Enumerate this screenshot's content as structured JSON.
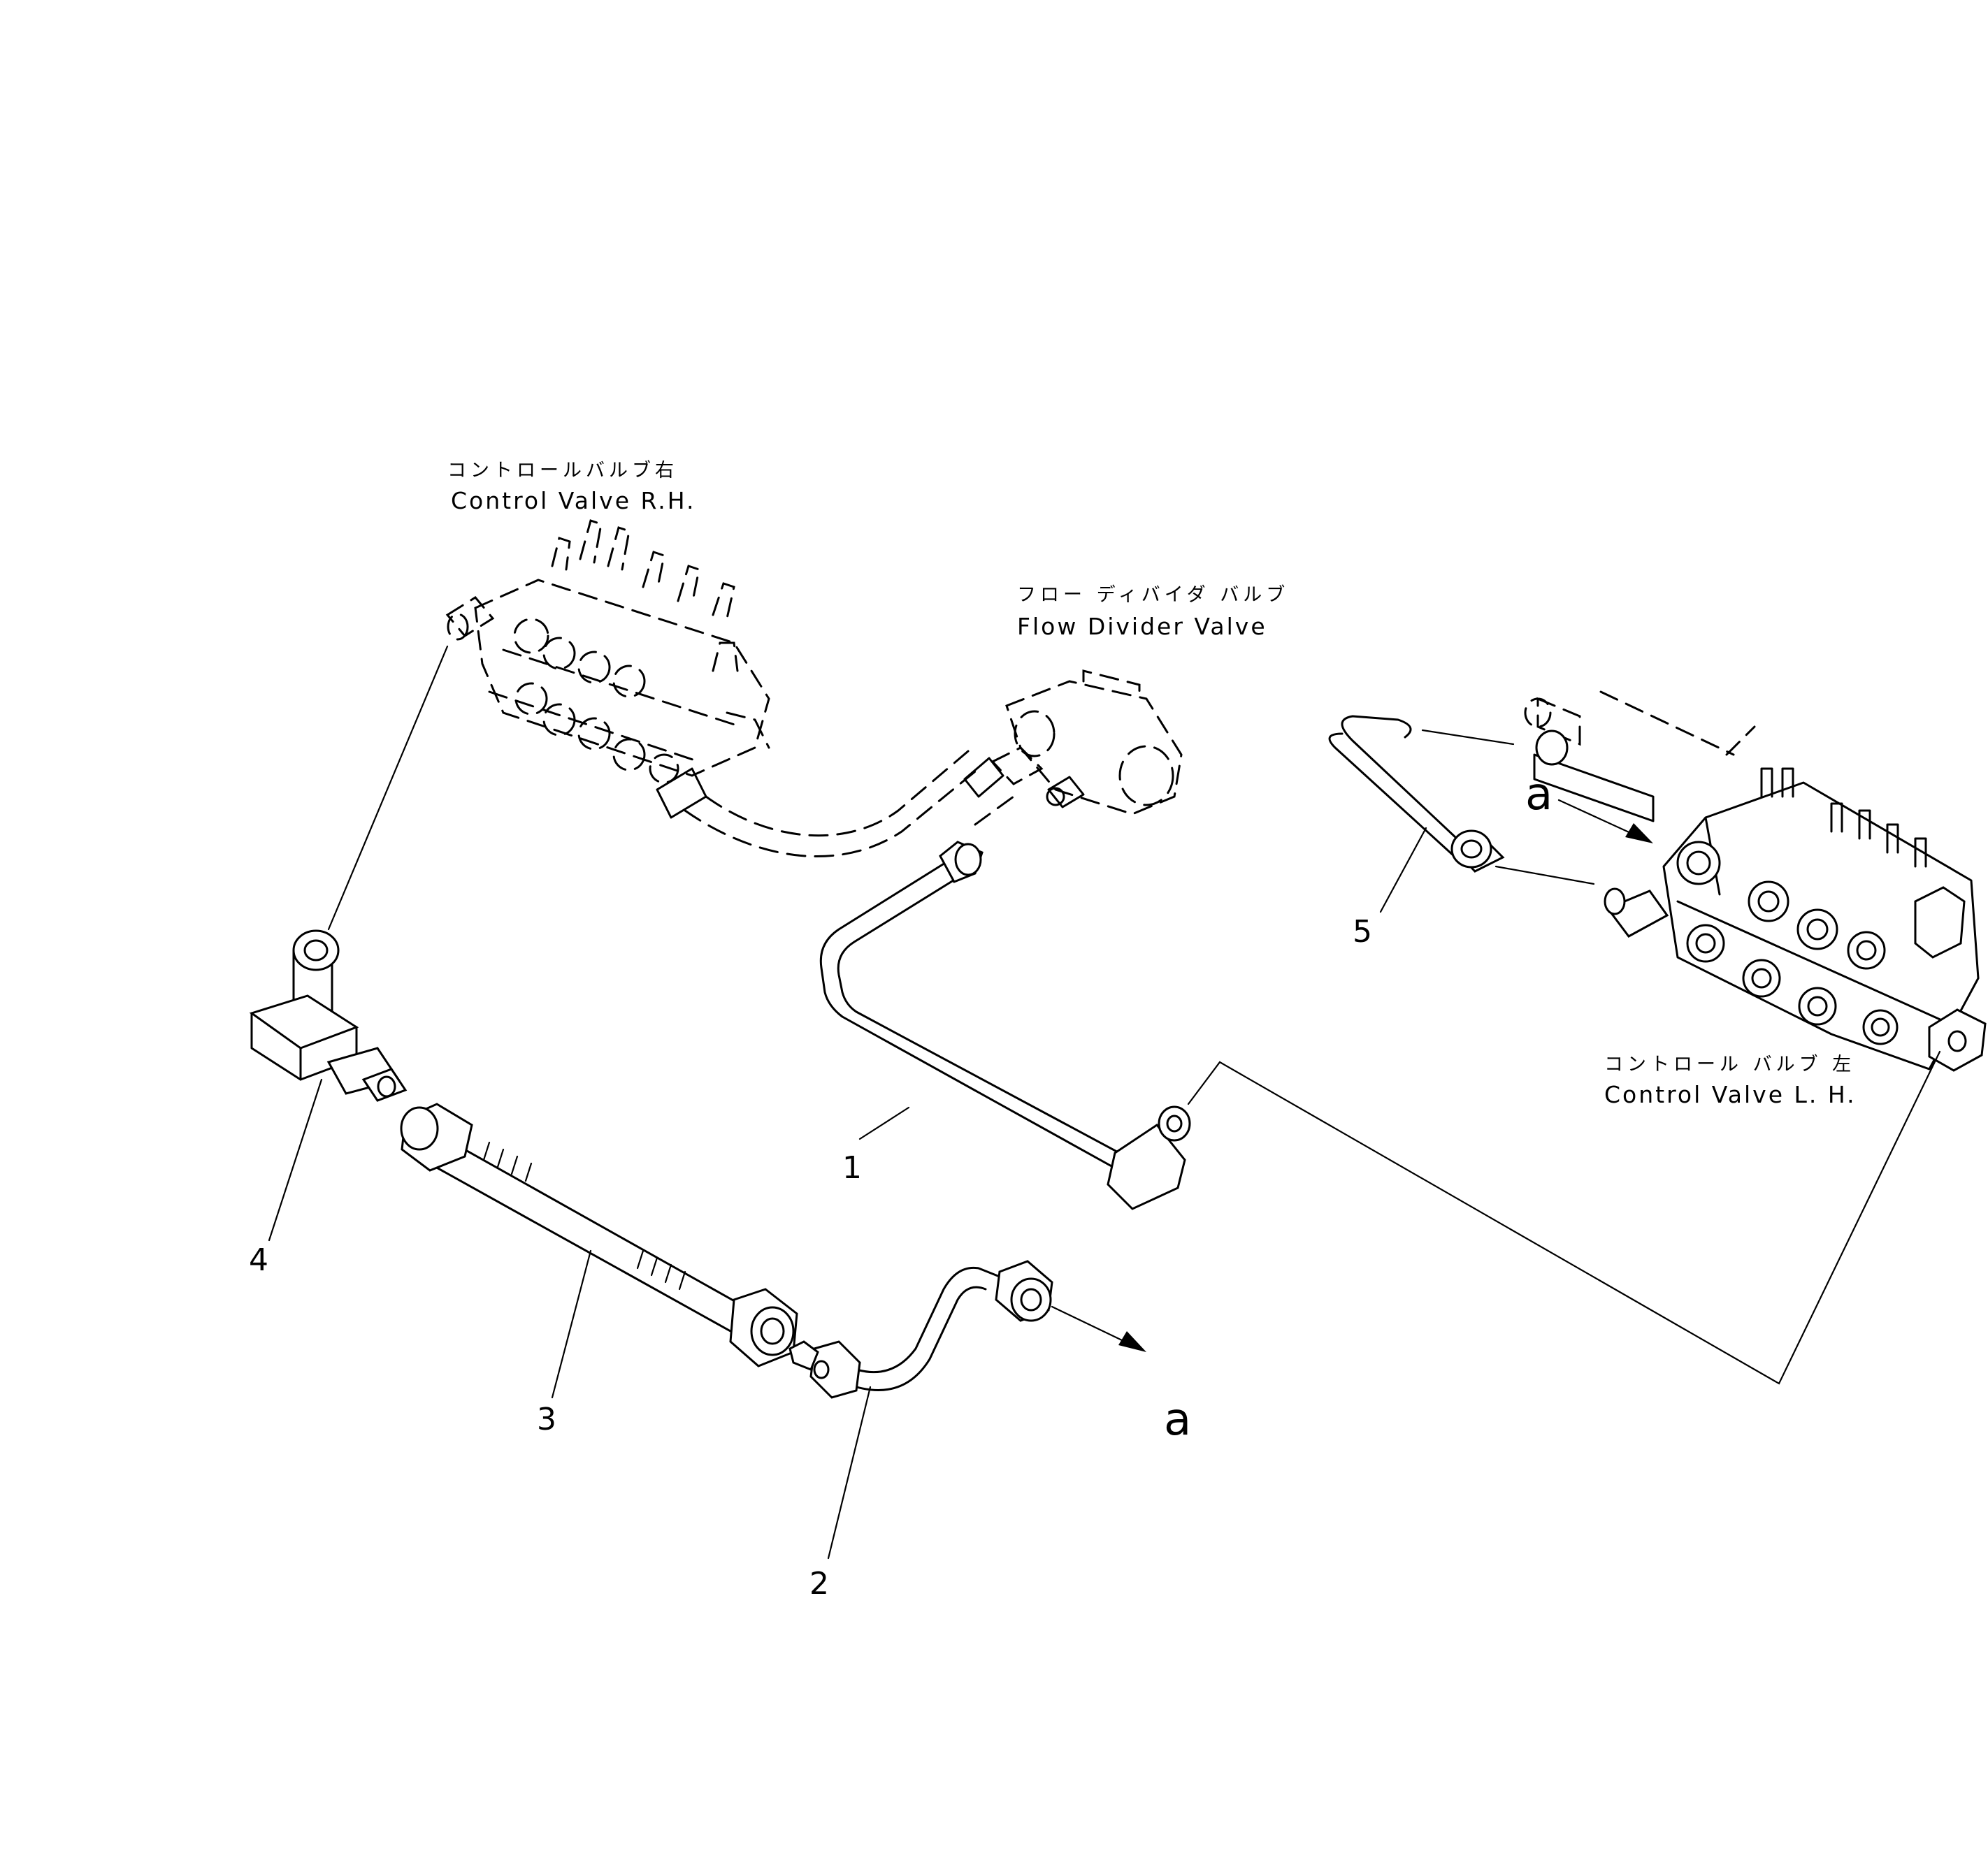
{
  "labels": {
    "cv_rh_jp": "コントロールバルブ右",
    "cv_rh_en": "Control Valve R.H.",
    "fdv_jp": "フロー ディバイダ バルブ",
    "fdv_en": "Flow Divider Valve",
    "cv_lh_jp": "コントロール バルブ 左",
    "cv_lh_en": "Control Valve L. H."
  },
  "part_numbers": [
    "1",
    "2",
    "3",
    "4",
    "5"
  ],
  "references": {
    "ref_a_top": "a",
    "ref_a_bottom": "a"
  }
}
